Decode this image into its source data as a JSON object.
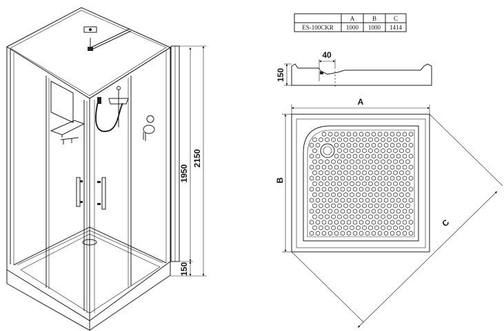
{
  "spec_table": {
    "headers": [
      "",
      "A",
      "B",
      "C"
    ],
    "row": [
      "ES-100CKR",
      "1000",
      "1000",
      "1414"
    ]
  },
  "dimensions": {
    "total_height": "2150",
    "cabin_height": "1950",
    "tray_height": "150",
    "tray_profile_height": "150",
    "drain_offset": "40",
    "width_label": "A",
    "depth_label": "B",
    "diagonal_label": "C"
  }
}
